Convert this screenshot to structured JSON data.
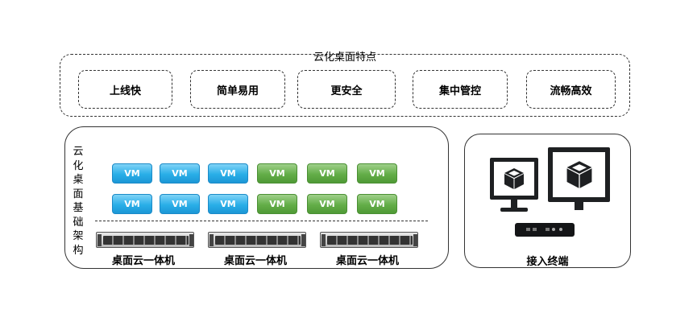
{
  "features": {
    "title": "云化桌面特点",
    "items": [
      "上线快",
      "简单易用",
      "更安全",
      "集中管控",
      "流畅高效"
    ]
  },
  "infrastructure": {
    "label": "云化桌面基础架构",
    "vm_label": "VM",
    "vm_rows": [
      [
        "blue",
        "blue",
        "blue",
        "green",
        "green",
        "green"
      ],
      [
        "blue",
        "blue",
        "blue",
        "green",
        "green",
        "green"
      ]
    ],
    "server_label": "桌面云一体机",
    "servers": [
      "桌面云一体机",
      "桌面云一体机",
      "桌面云一体机"
    ]
  },
  "terminal": {
    "label": "接入终端"
  },
  "colors": {
    "vm_blue": "#29aee8",
    "vm_green": "#63ad48",
    "terminal_dark": "#1e2022"
  }
}
